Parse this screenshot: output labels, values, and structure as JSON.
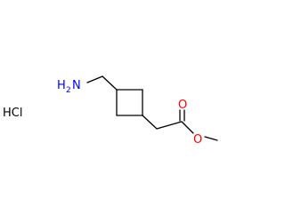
{
  "molecule": {
    "amine": {
      "symbol": "N",
      "hydrogen_label": "H",
      "hydrogen_count": "2"
    },
    "carbonyl_oxygen": {
      "symbol": "O"
    },
    "ester_oxygen": {
      "symbol": "O"
    },
    "salt": {
      "label": "HCl"
    }
  },
  "colors": {
    "bond": "#000000",
    "nitrogen": "#0000ff",
    "oxygen": "#ff0000",
    "salt": "#000000"
  }
}
